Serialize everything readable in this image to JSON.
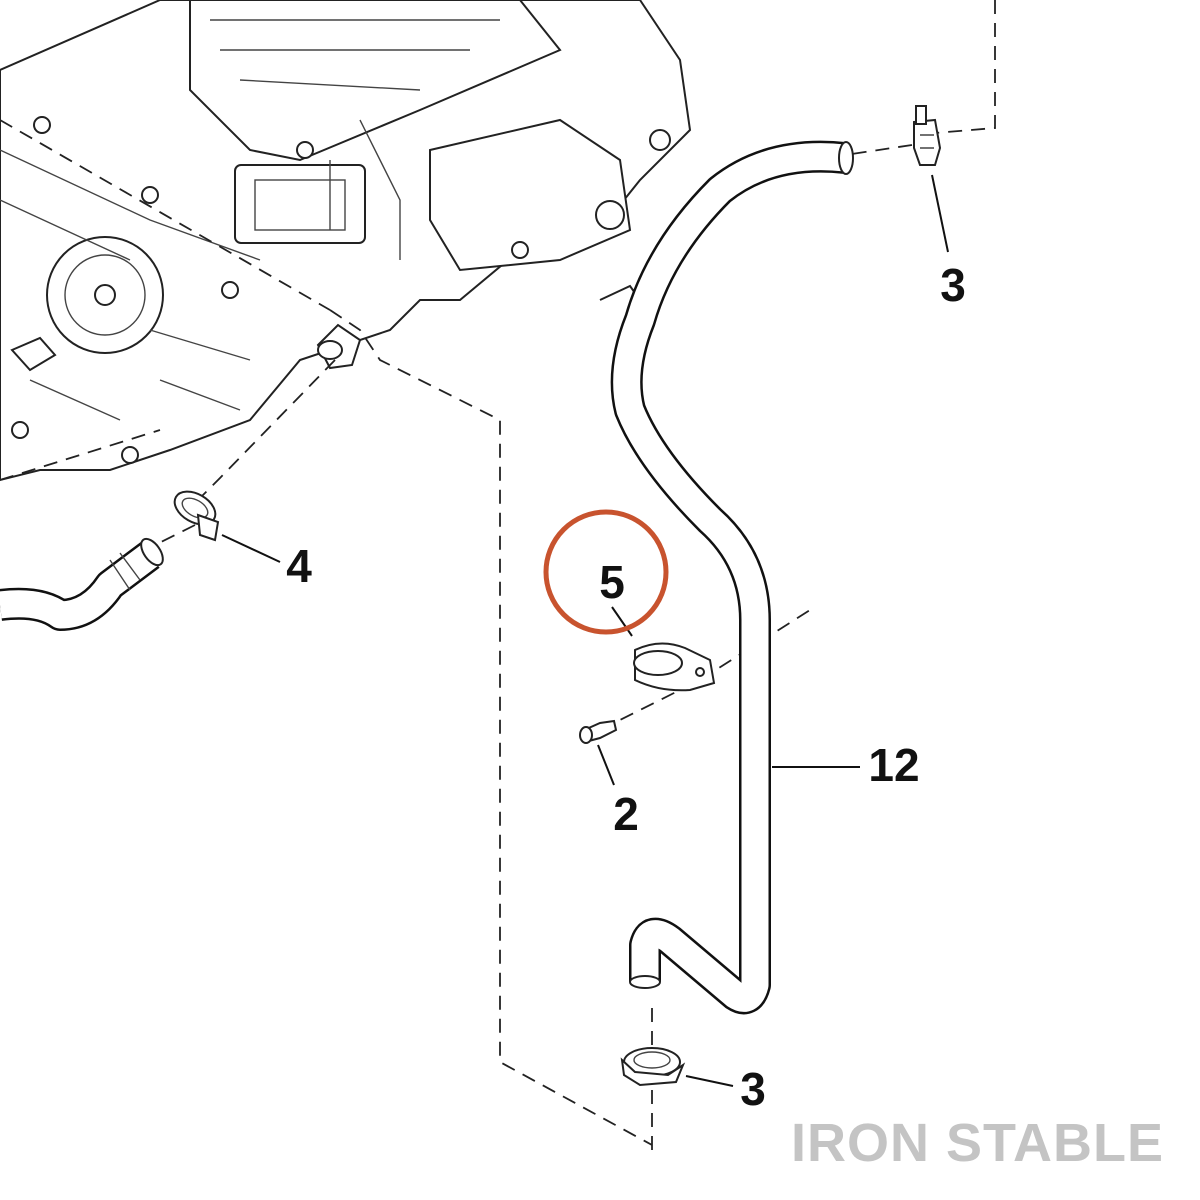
{
  "callouts": {
    "clip_top_right": "3",
    "clamp_left": "4",
    "bracket_clamp": "5",
    "bolt": "2",
    "hose": "12",
    "clamp_bottom": "3"
  },
  "brand": "IRON STABLE",
  "colors": {
    "highlight_circle": "#c8532e",
    "line_art": "#111111",
    "brand_text": "#c4c4c4"
  }
}
